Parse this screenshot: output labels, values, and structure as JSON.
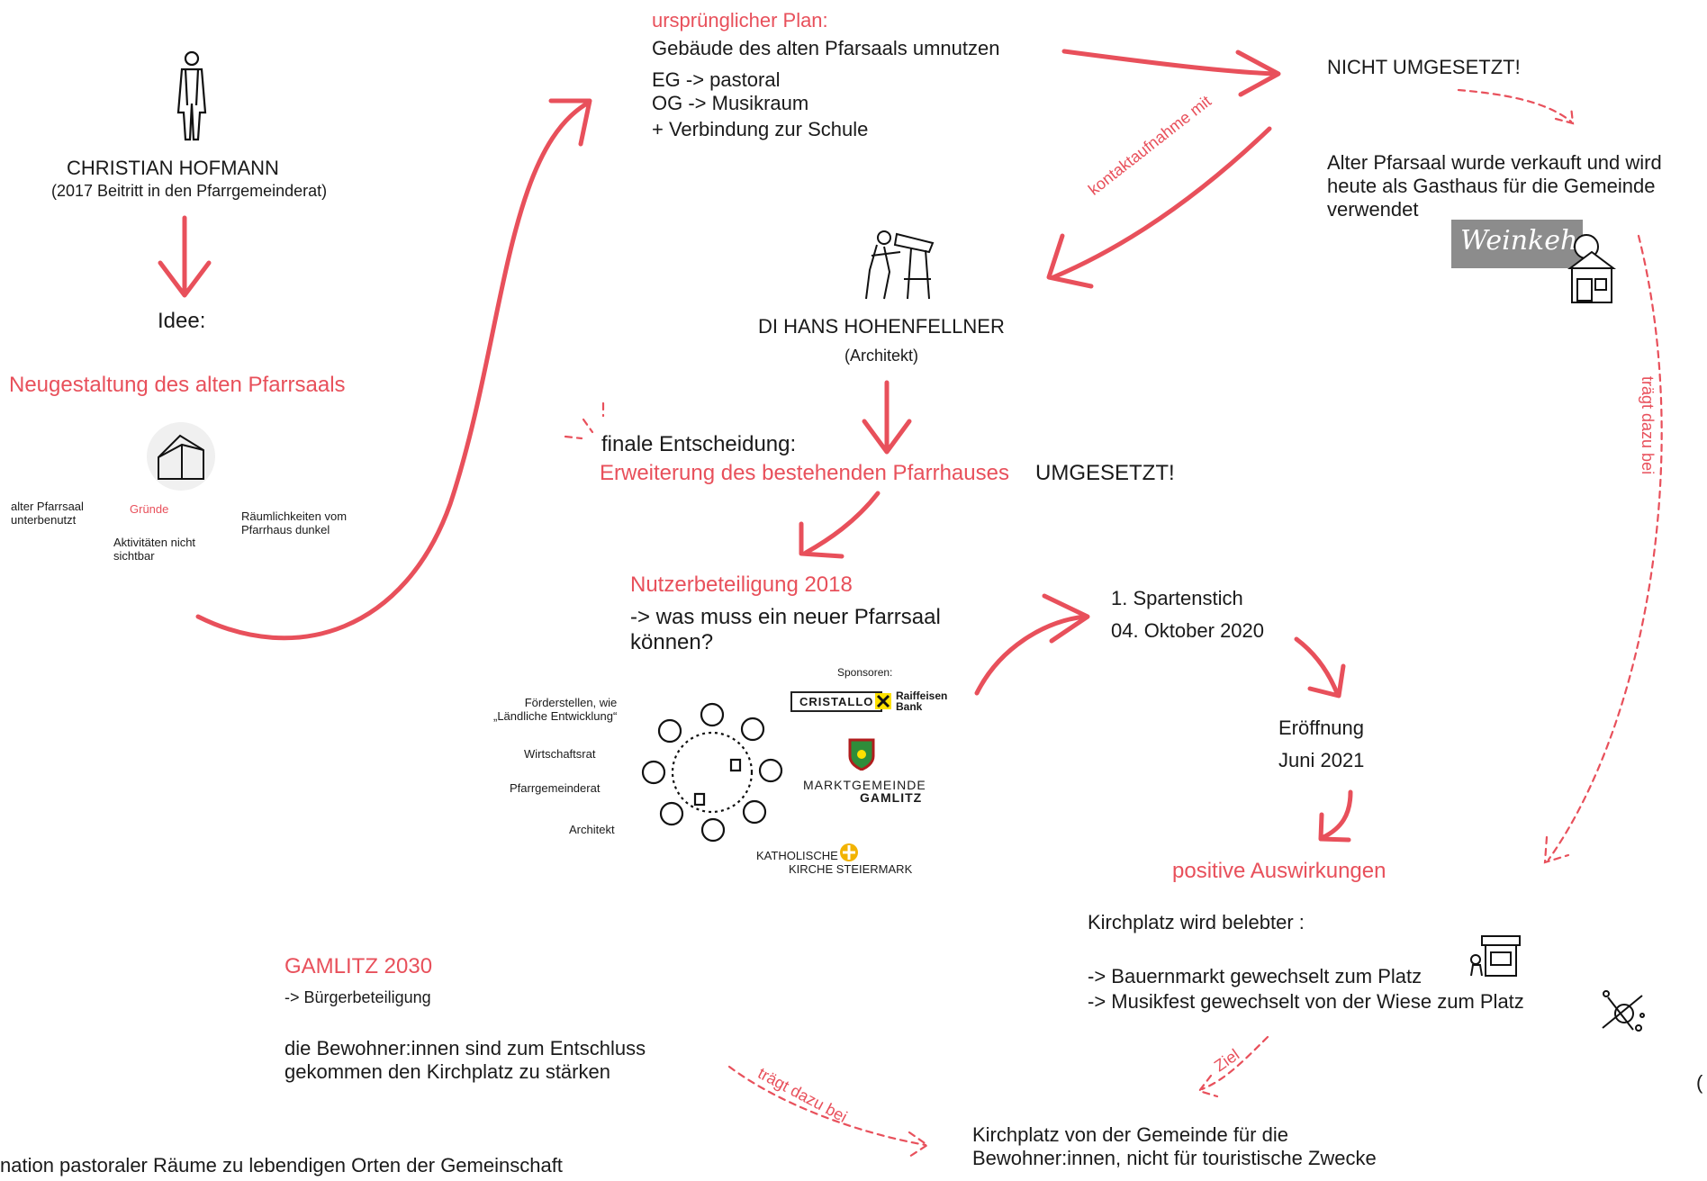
{
  "person": {
    "name": "CHRISTIAN HOFMANN",
    "note": "(2017 Beitritt in den Pfarrgemeinderat)"
  },
  "idea": {
    "label": "Idee:",
    "title": "Neugestaltung des alten Pfarrsaals",
    "reasons_label": "Gründe",
    "reason_left": "alter Pfarrsaal\nunterbenutzt",
    "reason_middle": "Aktivitäten nicht\nsichtbar",
    "reason_right": "Räumlichkeiten vom\nPfarrhaus dunkel"
  },
  "plan": {
    "heading": "ursprünglicher Plan:",
    "line1": "Gebäude des alten Pfarsaals umnutzen",
    "line2": "EG -> pastoral",
    "line3": "OG -> Musikraum",
    "line4": "+   Verbindung zur Schule"
  },
  "not_implemented": {
    "label": "NICHT UMGESETZT!",
    "result": "Alter Pfarsaal wurde verkauft und wird\nheute als Gasthaus für die Gemeinde\nverwendet",
    "logo_text": "Weinkehr"
  },
  "contact_label": "kontaktaufnahme mit",
  "architect": {
    "name": "DI HANS HOHENFELLNER",
    "role": "(Architekt)"
  },
  "decision": {
    "label": "finale Entscheidung:",
    "text": "Erweiterung des bestehenden Pfarrhauses",
    "status": "UMGESETZT!"
  },
  "participation": {
    "title": "Nutzerbeteiligung 2018",
    "question": "-> was muss ein neuer Pfarrsaal\nkönnen?",
    "stakeholders": [
      "Förderstellen, wie\n„Ländliche Entwicklung“",
      "Wirtschaftsrat",
      "Pfarrgemeinderat",
      "Architekt"
    ],
    "sponsors_label": "Sponsoren:",
    "sponsor_logos": [
      "CRISTALLO",
      "Raiffeisen\nBank",
      "MARKTGEMEINDE",
      "GAMLITZ",
      "KATHOLISCHE",
      "KIRCHE STEIERMARK"
    ]
  },
  "timeline": {
    "groundbreaking_1": "1.  Spartenstich",
    "groundbreaking_2": "04. Oktober 2020",
    "opening_1": "Eröffnung",
    "opening_2": "Juni 2021"
  },
  "effects": {
    "title": "positive Auswirkungen",
    "line1": "Kirchplatz wird belebter :",
    "line2": "-> Bauernmarkt gewechselt zum Platz",
    "line3": "-> Musikfest gewechselt von der Wiese zum Platz"
  },
  "gamlitz": {
    "title": "GAMLITZ 2030",
    "sub": "-> Bürgerbeteiligung",
    "text": "die Bewohner:innen sind zum Entschluss\ngekommen den Kirchplatz zu stärken"
  },
  "goal": {
    "label": "Ziel",
    "text": "Kirchplatz von der Gemeinde für die\nBewohner:innen, nicht für touristische Zwecke"
  },
  "contributes_label": "trägt dazu bei",
  "footer": "nation pastoraler Räume zu lebendigen Orten der Gemeinschaft",
  "edge_mark": "(",
  "colors": {
    "accent": "#e8505b",
    "text": "#1a1a1a",
    "logo_bg": "#8c8c8c"
  },
  "icons": [
    "person-icon",
    "house-outline-icon",
    "architect-drawing-icon",
    "guesthouse-icon",
    "round-table-icon",
    "market-stall-icon",
    "music-instruments-icon",
    "raiffeisen-cross-icon",
    "coat-of-arms-icon",
    "church-cross-icon"
  ]
}
